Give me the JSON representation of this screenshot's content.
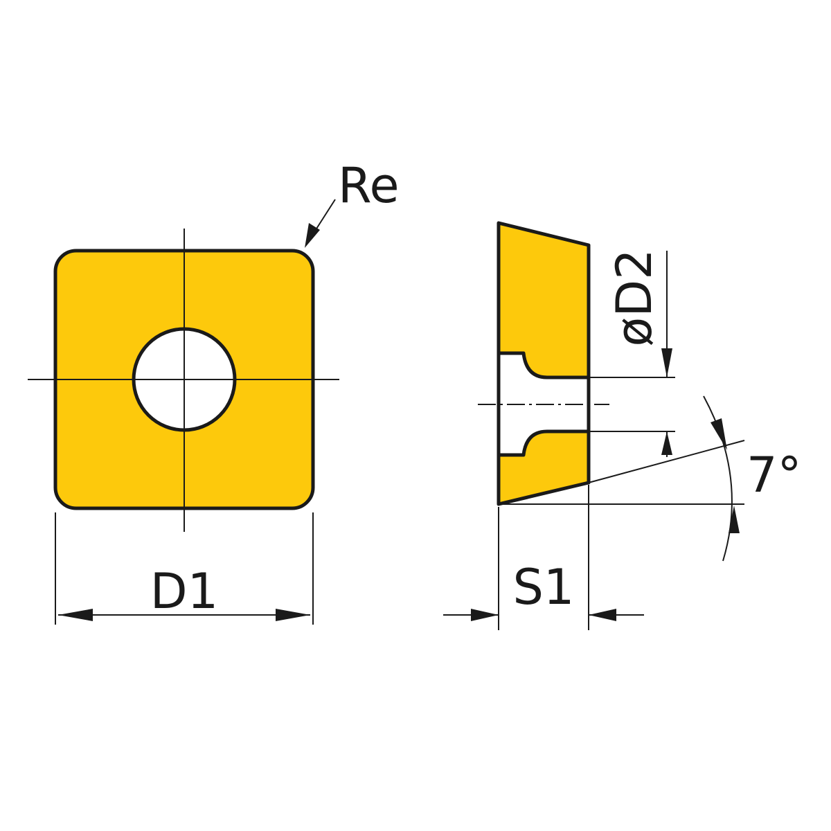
{
  "labels": {
    "corner_radius": "Re",
    "inscribed_circle": "D1",
    "hole_diameter": "øD2",
    "thickness": "S1",
    "clearance_angle": "7°"
  },
  "colors": {
    "insert_fill": "#FDC90C",
    "line": "#1A1A1A",
    "background": "#FFFFFF"
  }
}
